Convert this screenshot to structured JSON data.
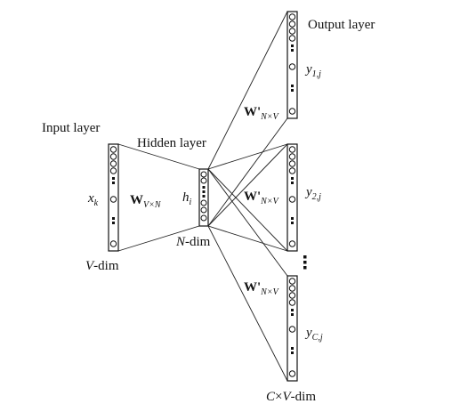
{
  "diagram": {
    "labels": {
      "input_layer": "Input layer",
      "hidden_layer": "Hidden layer",
      "output_layer": "Output layer",
      "v_dim_var": "V",
      "v_dim_suffix": "-dim",
      "n_dim_var": "N",
      "n_dim_suffix": "-dim",
      "cxv_dim_c": "C",
      "cxv_dim_times": "×",
      "cxv_dim_v": "V",
      "cxv_dim_suffix": "-dim",
      "x_k_base": "x",
      "x_k_sub": "k",
      "h_i_base": "h",
      "h_i_sub": "i",
      "y1_base": "y",
      "y1_sub": "1,j",
      "y2_base": "y",
      "y2_sub": "2,j",
      "yc_base": "y",
      "yc_sub": "C,j",
      "w_in_base": "W",
      "w_in_sub": "V×N",
      "w_out1_base": "W'",
      "w_out1_sub": "N×V",
      "w_out2_base": "W'",
      "w_out2_sub": "N×V",
      "w_out3_base": "W'",
      "w_out3_sub": "N×V"
    }
  }
}
